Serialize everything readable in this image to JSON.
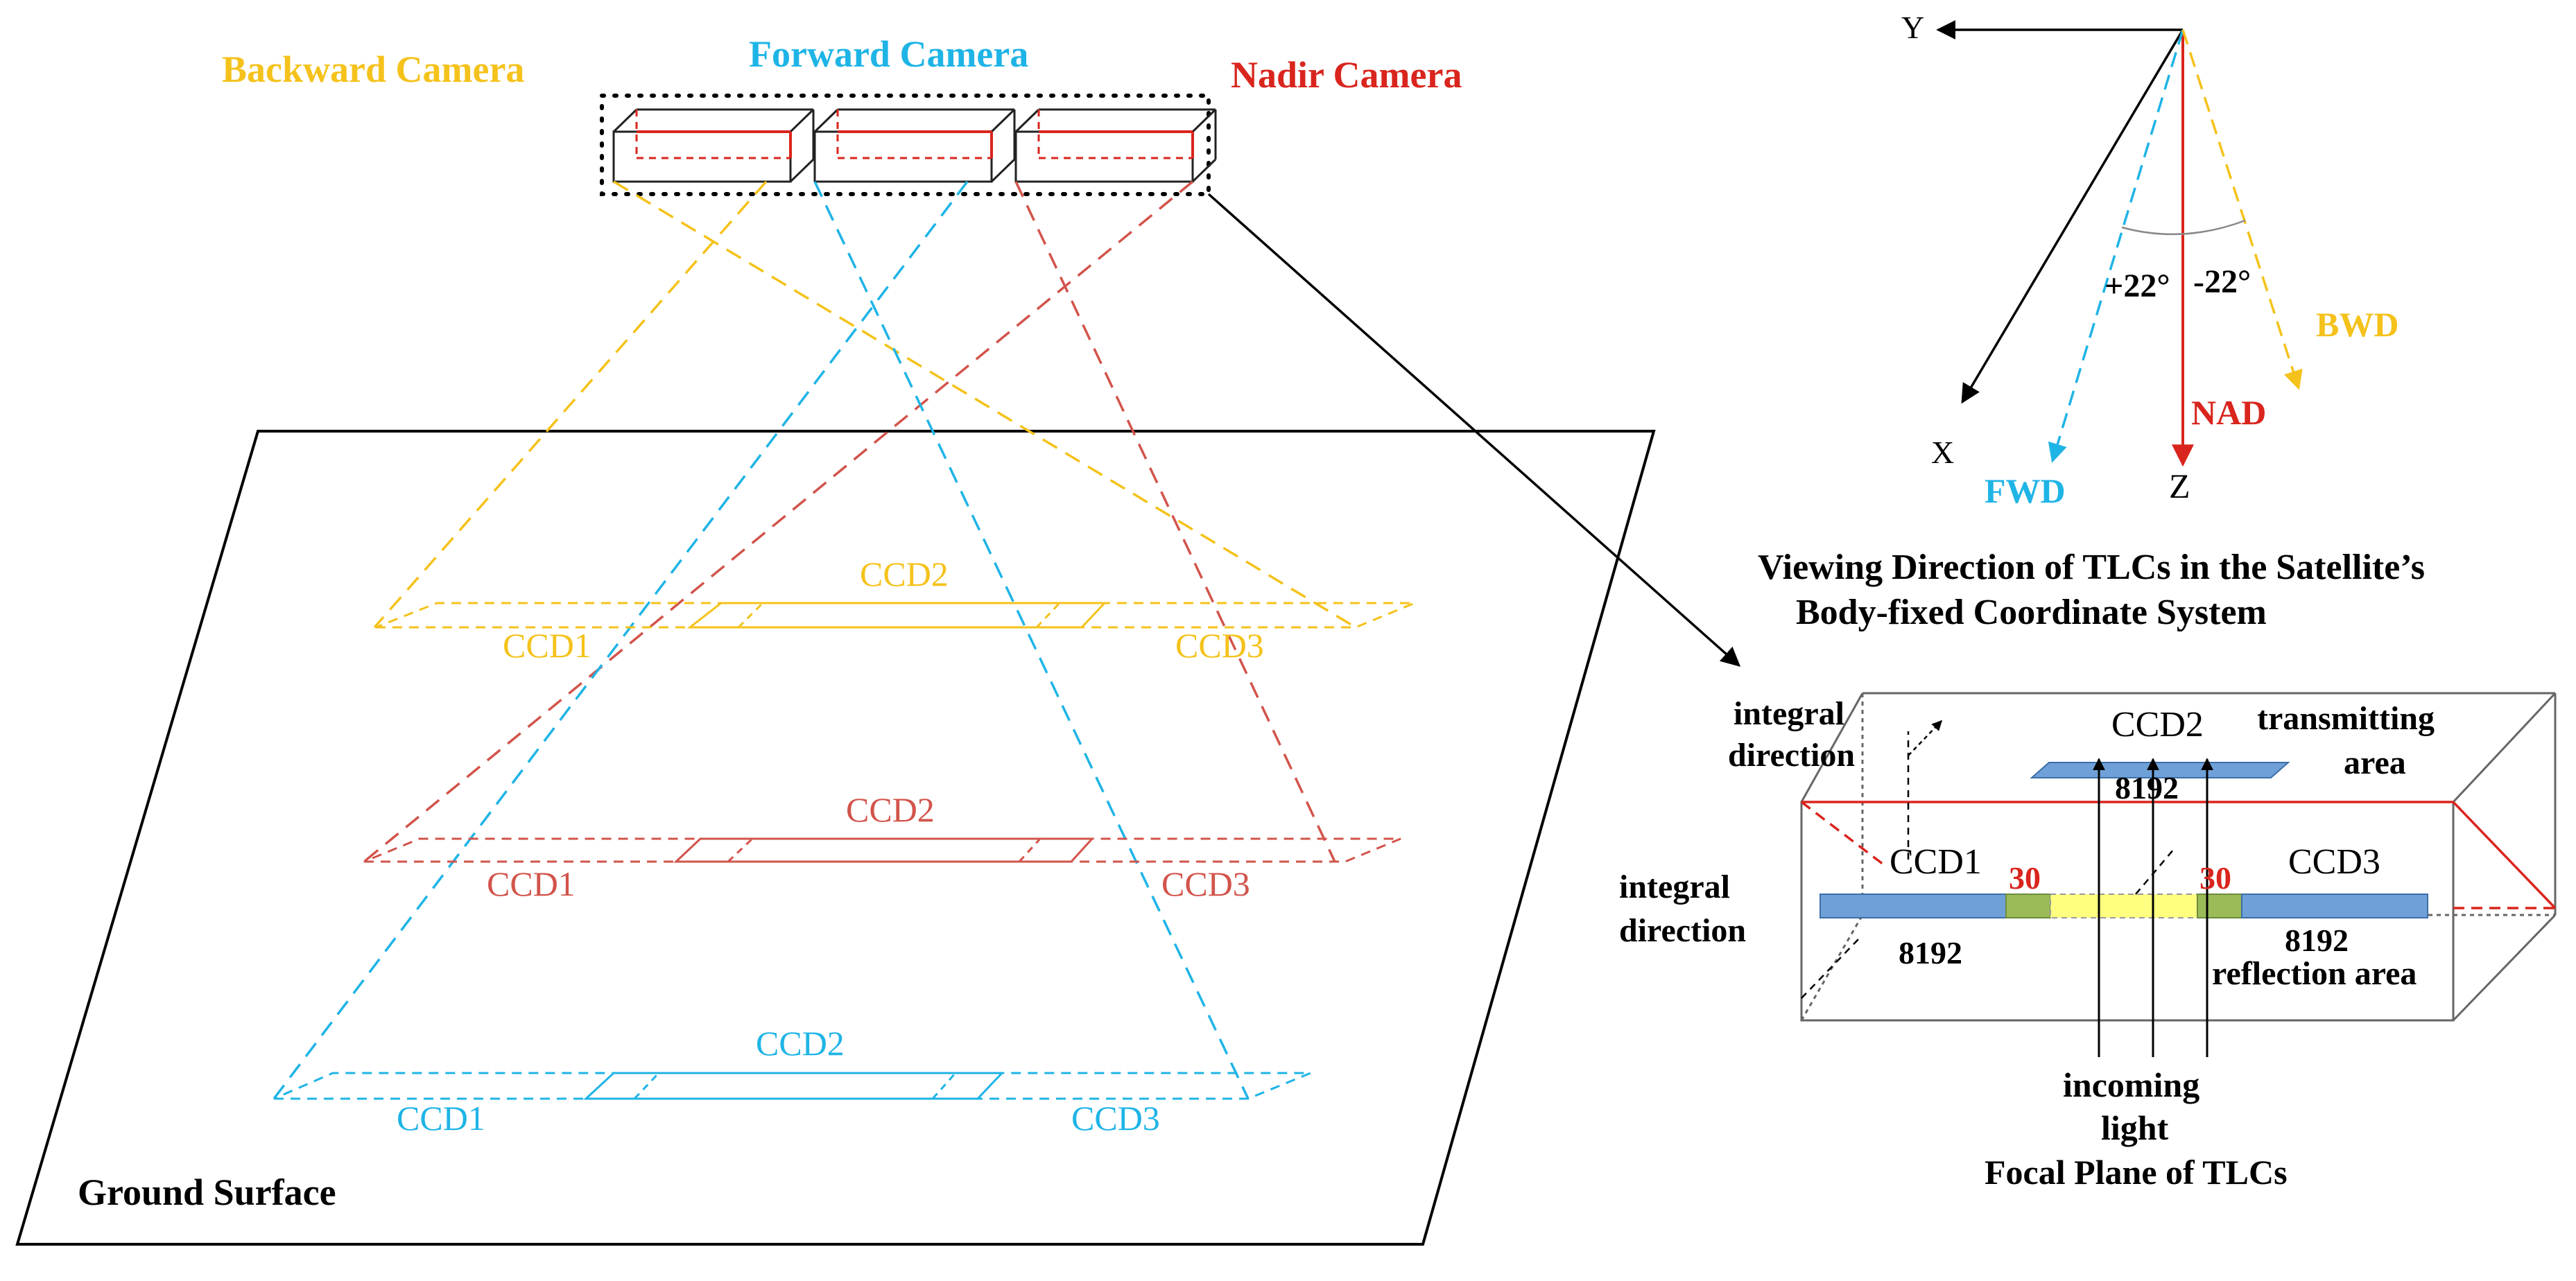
{
  "colors": {
    "backward": "#F5C21B",
    "forward": "#1FB4E6",
    "nadir": "#D9251D",
    "nadir_ground": "#D2544B",
    "black": "#000000",
    "ccd_blue": "#6FA0D8",
    "overlap_green": "#9BBB59",
    "overlap_yellow": "#FFFF80"
  },
  "cameras": {
    "backward": "Backward Camera",
    "forward": "Forward Camera",
    "nadir": "Nadir Camera"
  },
  "ground": {
    "label": "Ground Surface",
    "backward_strip": {
      "ccd1": "CCD1",
      "ccd2": "CCD2",
      "ccd3": "CCD3"
    },
    "nadir_strip": {
      "ccd1": "CCD1",
      "ccd2": "CCD2",
      "ccd3": "CCD3"
    },
    "forward_strip": {
      "ccd1": "CCD1",
      "ccd2": "CCD2",
      "ccd3": "CCD3"
    }
  },
  "axes": {
    "y": "Y",
    "x": "X",
    "z": "Z",
    "plus_angle": "+22°",
    "minus_angle": "-22°",
    "bwd": "BWD",
    "nad": "NAD",
    "fwd": "FWD",
    "caption_line1": "Viewing Direction of TLCs  in the Satellite’s",
    "caption_line2": "Body-fixed Coordinate System"
  },
  "focal_plane": {
    "integral_top_1": "integral",
    "integral_top_2": "direction",
    "integral_left_1": "integral",
    "integral_left_2": "direction",
    "ccd2": "CCD2",
    "ccd2_pixels": "8192",
    "transmitting_1": "transmitting",
    "transmitting_2": "area",
    "ccd1": "CCD1",
    "ccd1_pixels": "8192",
    "ccd3": "CCD3",
    "ccd3_pixels": "8192",
    "overlap_left": "30",
    "overlap_right": "30",
    "reflection": "reflection area",
    "incoming_1": "incoming",
    "incoming_2": "light",
    "caption": "Focal Plane of TLCs"
  }
}
